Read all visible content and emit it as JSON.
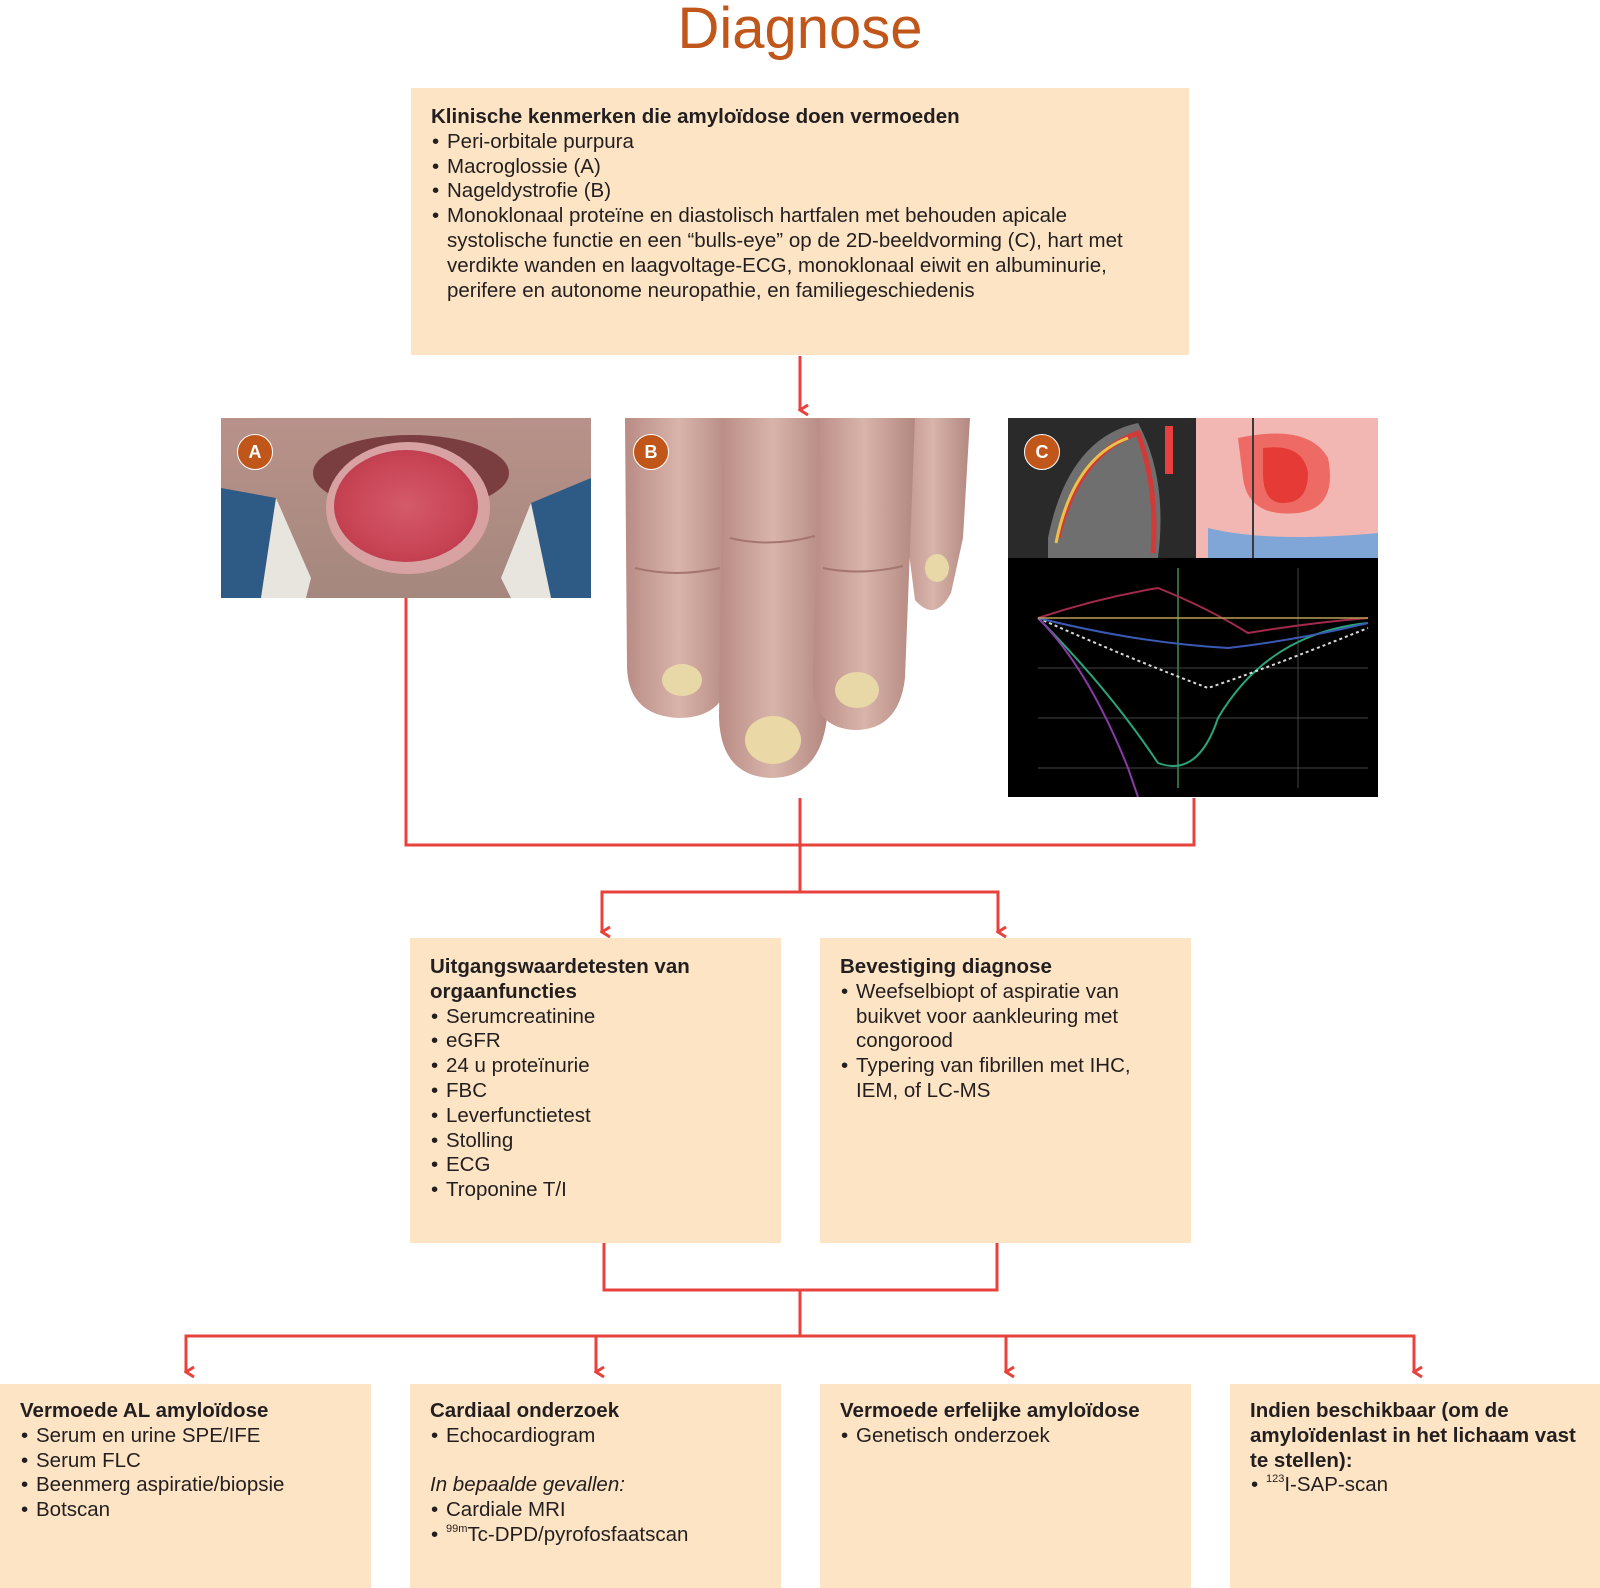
{
  "title": "Diagnose",
  "colors": {
    "accent": "#c0561a",
    "box": "#fce4c4",
    "arrow": "#e8423c"
  },
  "top_box": {
    "heading": "Klinische kenmerken die amyloïdose doen vermoeden",
    "items": [
      "Peri-orbitale purpura",
      "Macroglossie (A)",
      "Nageldystrofie (B)",
      "Monoklonaal proteïne en diastolisch hartfalen met behouden apicale systolische functie en een “bulls-eye” op de 2D-beeldvorming (C), hart met verdikte wanden en laagvoltage-ECG, monoklonaal eiwit en albuminurie, perifere en autonome neuropathie, en familiegeschiedenis"
    ]
  },
  "photos": {
    "a": {
      "label": "A"
    },
    "b": {
      "label": "B"
    },
    "c": {
      "label": "C"
    }
  },
  "baseline_box": {
    "heading": "Uitgangswaardetesten van orgaanfuncties",
    "items": [
      "Serumcreatinine",
      "eGFR",
      "24 u proteïnurie",
      "FBC",
      "Leverfunctietest",
      "Stolling",
      "ECG",
      "Troponine T/I"
    ]
  },
  "confirm_box": {
    "heading": "Bevestiging diagnose",
    "items": [
      "Weefselbiopt of aspiratie van buikvet voor aankleuring met congorood",
      "Typering van fibrillen met IHC, IEM, of LC-MS"
    ]
  },
  "al_box": {
    "heading": "Vermoede AL amyloïdose",
    "items": [
      "Serum en urine SPE/IFE",
      "Serum FLC",
      "Beenmerg aspiratie/biopsie",
      "Botscan"
    ]
  },
  "cardiac_box": {
    "heading": "Cardiaal onderzoek",
    "items": [
      "Echocardiogram"
    ],
    "note": "In bepaalde gevallen:",
    "items2": [
      "Cardiale MRI"
    ],
    "scan_sup": "99m",
    "scan_text": "Tc-DPD/pyrofosfaatscan"
  },
  "hereditary_box": {
    "heading": "Vermoede erfelijke amyloïdose",
    "items": [
      "Genetisch onderzoek"
    ]
  },
  "sap_box": {
    "heading": "Indien beschikbaar (om de amyloïdenlast in het lichaam vast te stellen):",
    "sup": "123",
    "text": "I-SAP-scan"
  }
}
